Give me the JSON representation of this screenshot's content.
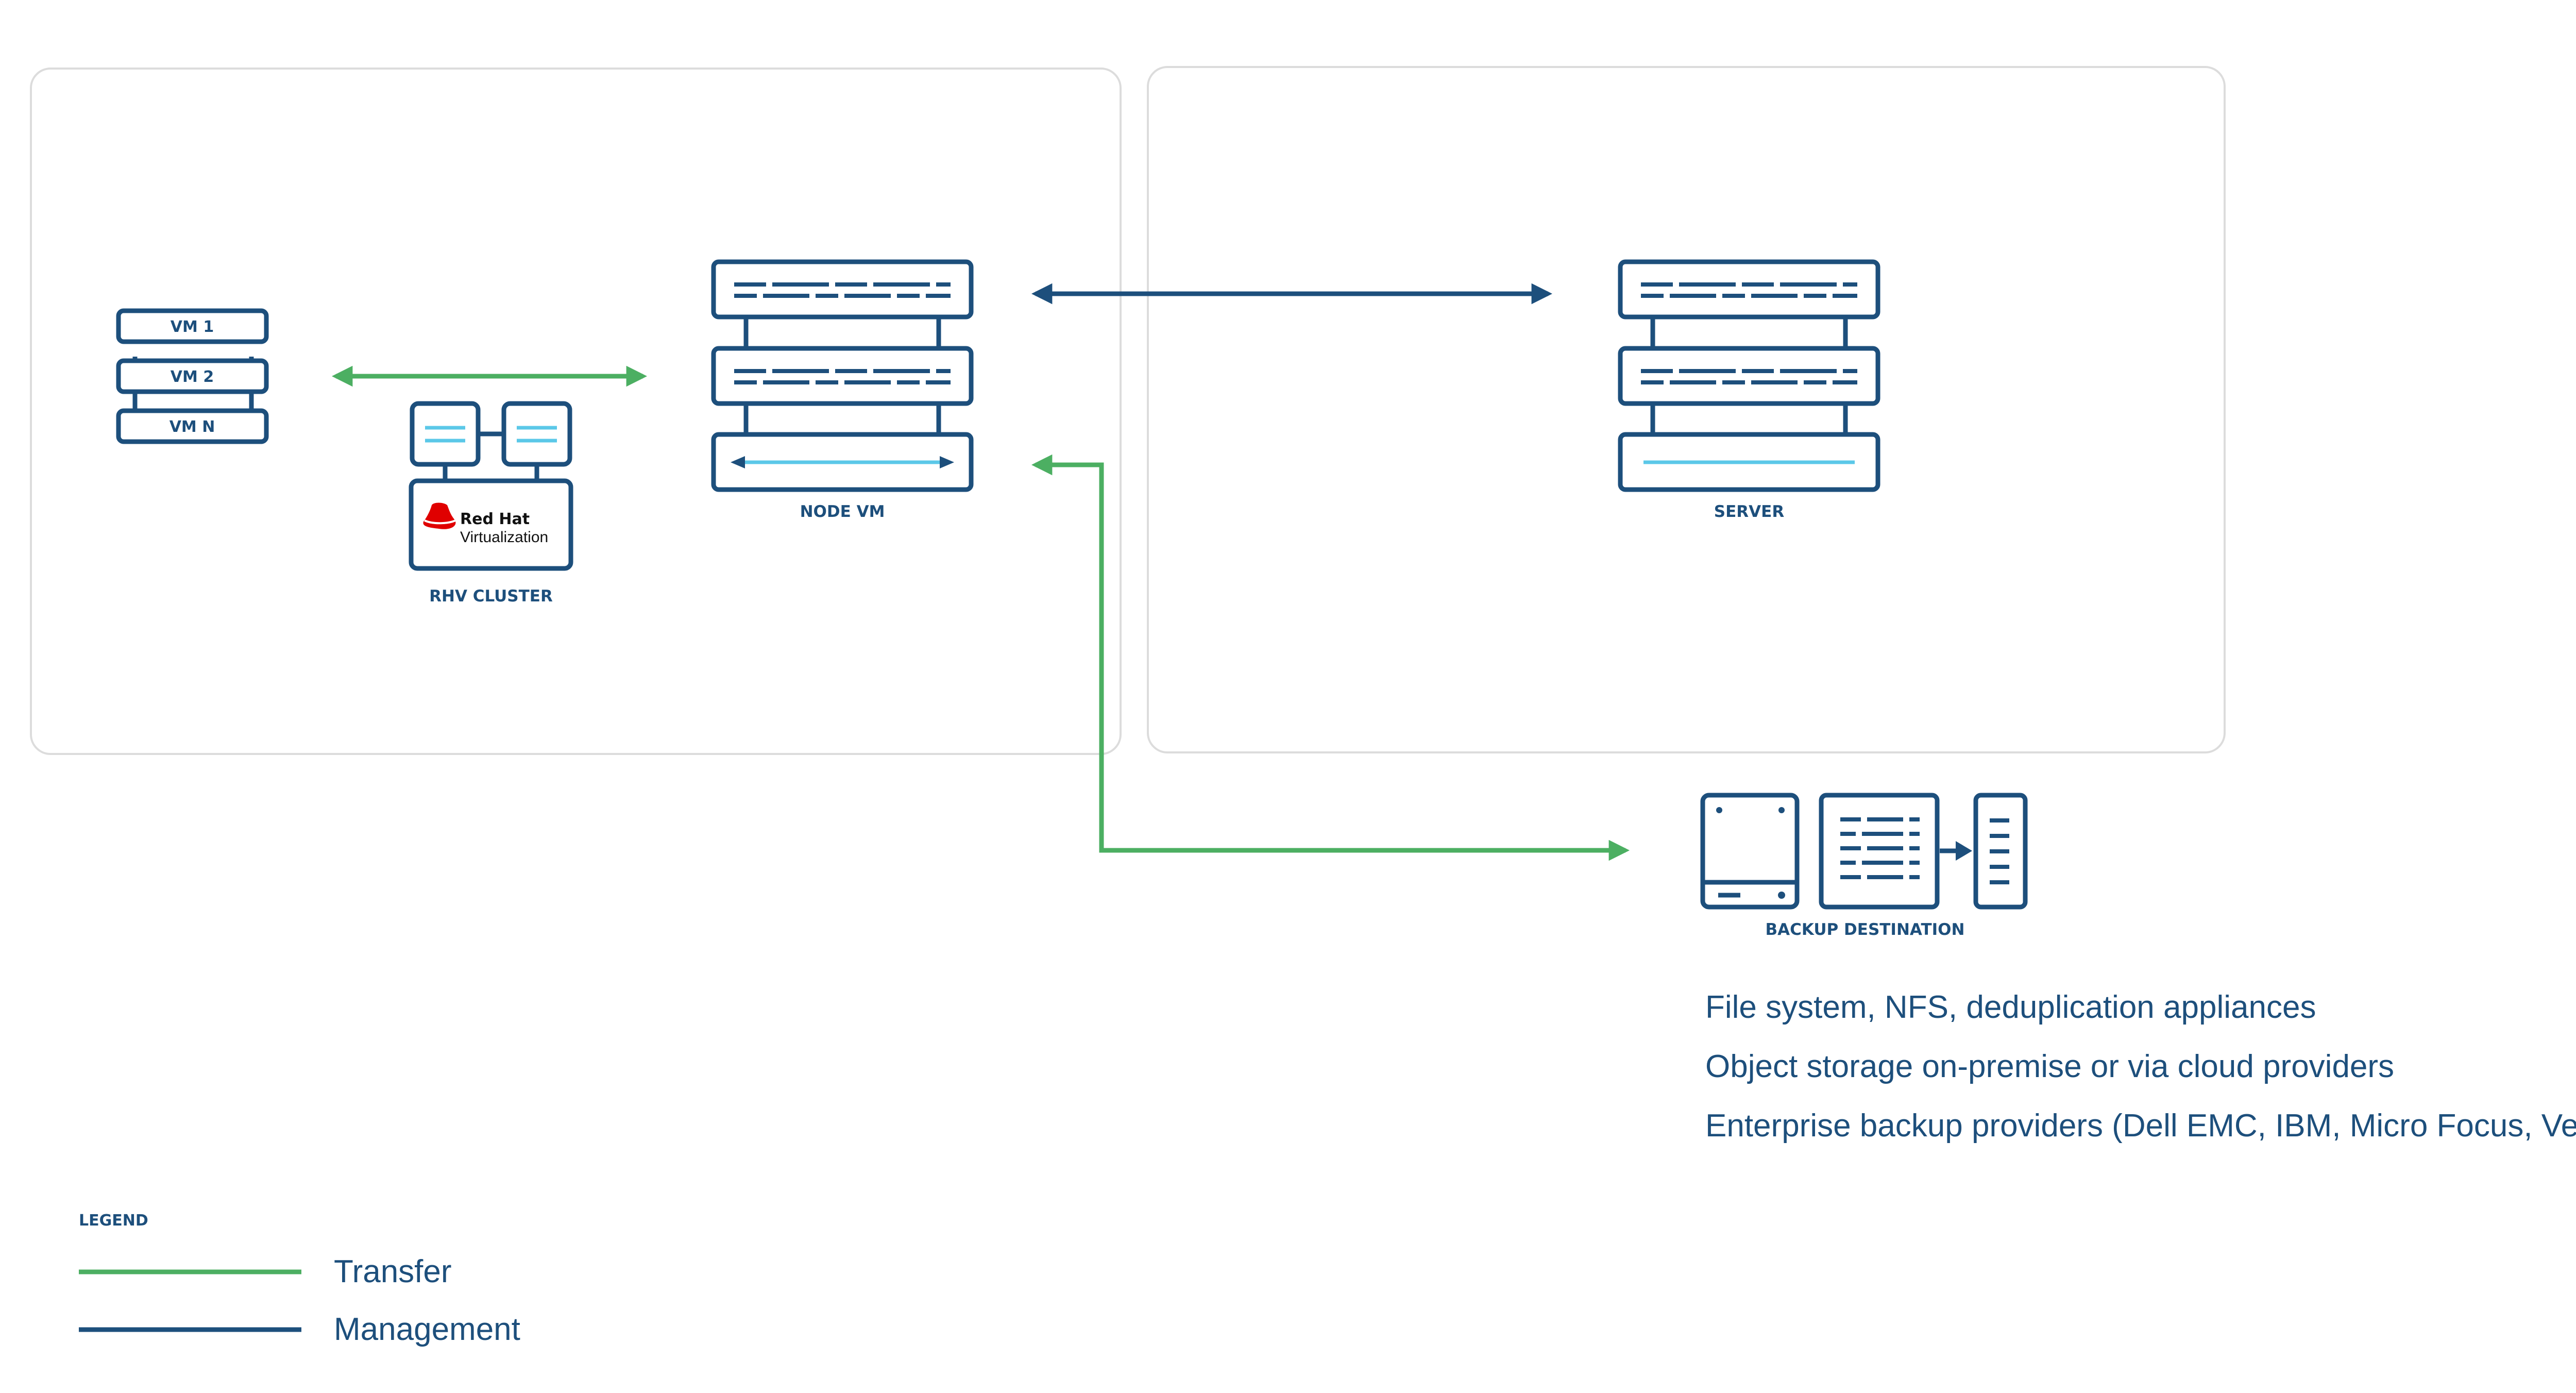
{
  "colors": {
    "navy": "#1d4f7c",
    "green": "#4caf62",
    "light_blue": "#5bc8e8",
    "panel_border": "#dcdcdc",
    "red_hat": "#e00000"
  },
  "nodes": {
    "vms": [
      "VM 1",
      "VM 2",
      "VM N"
    ],
    "rhv_cluster": {
      "label": "RHV CLUSTER",
      "logo_line1": "Red Hat",
      "logo_line2": "Virtualization"
    },
    "node_vm": {
      "label": "NODE VM"
    },
    "server": {
      "label": "SERVER"
    },
    "backup": {
      "label": "BACKUP DESTINATION"
    }
  },
  "backup_options": [
    "File system, NFS, deduplication appliances",
    "Object storage on-premise or via cloud providers",
    "Enterprise backup providers (Dell EMC, IBM, Micro Focus, Veritas)"
  ],
  "legend": {
    "title": "LEGEND",
    "items": [
      {
        "label": "Transfer",
        "color": "#4caf62"
      },
      {
        "label": "Management",
        "color": "#1d4f7c"
      }
    ]
  }
}
